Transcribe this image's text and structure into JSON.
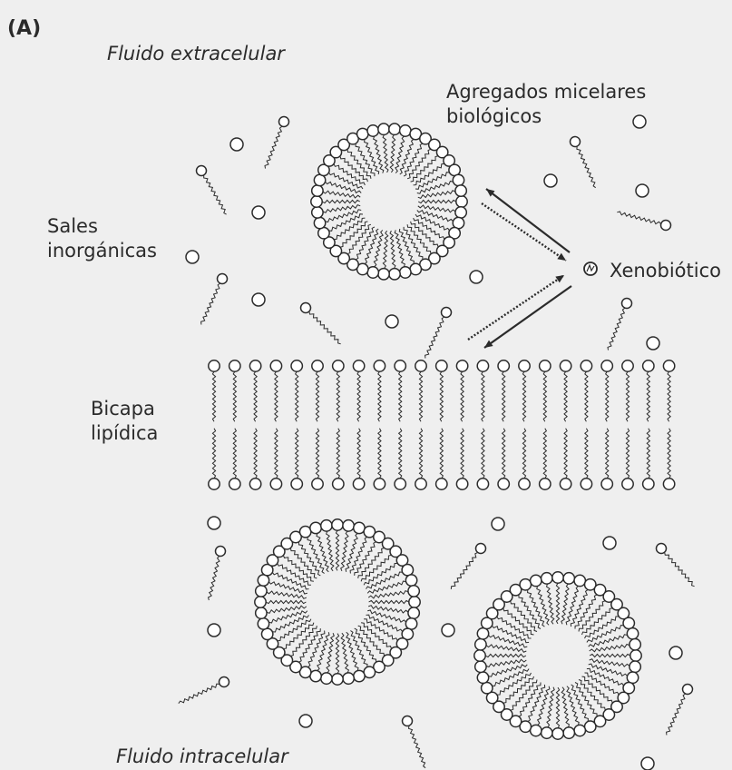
{
  "panel_label": "(A)",
  "extracellular_label": "Fluido extracelular",
  "micelles_label": [
    "Agregados micelares",
    "biológicos"
  ],
  "salts_label": [
    "Sales",
    "inorgánicas"
  ],
  "xenobiotic_label": "Xenobiótico",
  "bilayer_label": [
    "Bicapa",
    "lipídica"
  ],
  "intracellular_label": "Fluido intracelular",
  "colors": {
    "background": "#efefef",
    "ink": "#2b2b2b"
  }
}
